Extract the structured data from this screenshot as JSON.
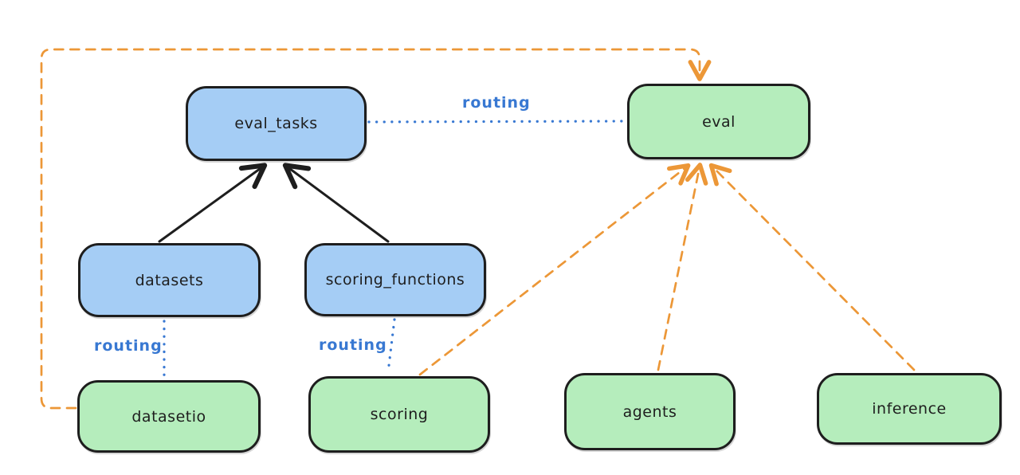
{
  "diagram": {
    "nodes": [
      {
        "id": "eval_tasks",
        "label": "eval_tasks",
        "fill": "#a5cdf5"
      },
      {
        "id": "eval",
        "label": "eval",
        "fill": "#b5edbc"
      },
      {
        "id": "datasets",
        "label": "datasets",
        "fill": "#a5cdf5"
      },
      {
        "id": "scoring_functions",
        "label": "scoring_functions",
        "fill": "#a5cdf5"
      },
      {
        "id": "datasetio",
        "label": "datasetio",
        "fill": "#b5edbc"
      },
      {
        "id": "scoring",
        "label": "scoring",
        "fill": "#b5edbc"
      },
      {
        "id": "agents",
        "label": "agents",
        "fill": "#b5edbc"
      },
      {
        "id": "inference",
        "label": "inference",
        "fill": "#b5edbc"
      }
    ],
    "edge_labels": [
      {
        "text": "routing"
      },
      {
        "text": "routing"
      },
      {
        "text": "routing"
      }
    ],
    "edges": [
      {
        "from": "datasets",
        "to": "eval_tasks",
        "style": "solid-arrow",
        "color": "#1e1e1e"
      },
      {
        "from": "scoring_functions",
        "to": "eval_tasks",
        "style": "solid-arrow",
        "color": "#1e1e1e"
      },
      {
        "from": "eval_tasks",
        "to": "eval",
        "style": "dotted",
        "color": "#3878d2",
        "label": "routing"
      },
      {
        "from": "datasets",
        "to": "datasetio",
        "style": "dotted",
        "color": "#3878d2",
        "label": "routing"
      },
      {
        "from": "scoring_functions",
        "to": "scoring",
        "style": "dotted",
        "color": "#3878d2",
        "label": "routing"
      },
      {
        "from": "datasetio",
        "to": "eval",
        "style": "dashed-arrow",
        "color": "#ec9737"
      },
      {
        "from": "scoring",
        "to": "eval",
        "style": "dashed-arrow",
        "color": "#ec9737"
      },
      {
        "from": "agents",
        "to": "eval",
        "style": "dashed-arrow",
        "color": "#ec9737"
      },
      {
        "from": "inference",
        "to": "eval",
        "style": "dashed-arrow",
        "color": "#ec9737"
      }
    ],
    "colors": {
      "node_blue": "#a5cdf5",
      "node_green": "#b5edbc",
      "stroke": "#1e1e1e",
      "routing_blue": "#3878d2",
      "orange": "#ec9737",
      "background": "#ffffff"
    }
  }
}
